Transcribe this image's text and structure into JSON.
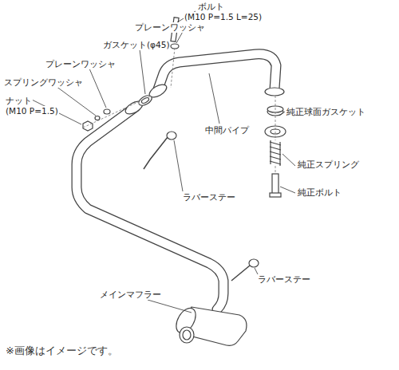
{
  "diagram": {
    "labels": [
      "ボルト",
      "(M10 P=1.5 L=25)",
      "プレーンワッシャ",
      "ガスケット(φ45)",
      "プレーンワッシャ",
      "スプリングワッシャ",
      "ナット",
      "(M10 P=1.5)",
      "中間パイプ",
      "純正球面ガスケット",
      "純正スプリング",
      "純正ボルト",
      "ラバーステー",
      "ラバーステー",
      "メインマフラー",
      "※画像はイメージです。"
    ]
  }
}
